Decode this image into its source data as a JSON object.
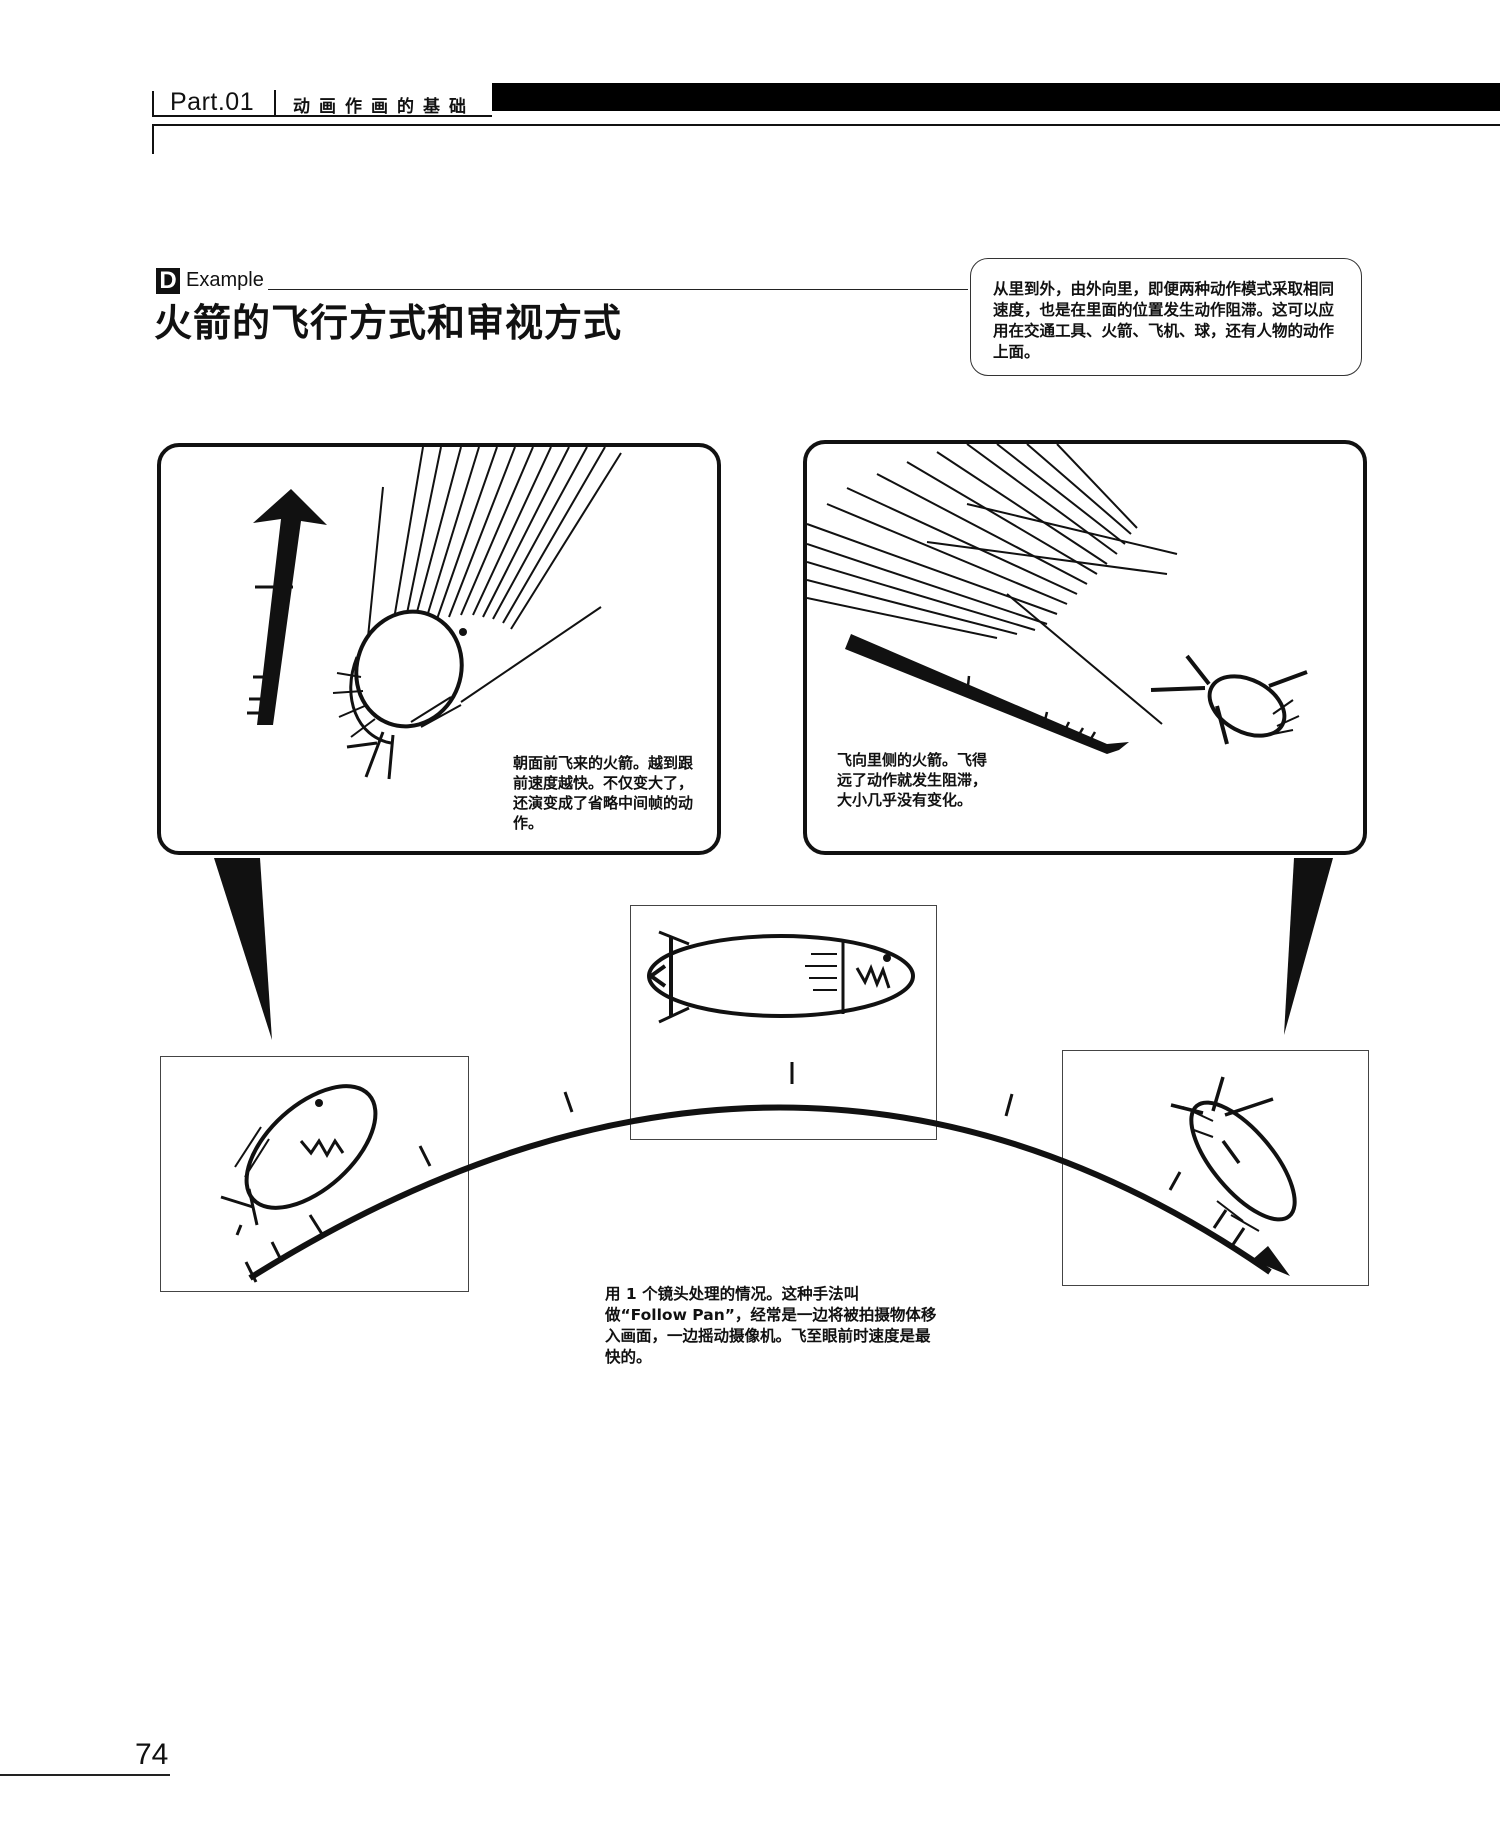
{
  "header": {
    "part": "Part.01",
    "section": "动画作画的基础"
  },
  "example": {
    "badge": "D",
    "label": "Example",
    "title": "火箭的飞行方式和审视方式",
    "note": "从里到外，由外向里，即便两种动作模式采取相同速度，也是在里面的位置发生动作阻滞。这可以应用在交通工具、火箭、飞机、球，还有人物的动作上面。"
  },
  "panels": {
    "left_caption": "朝面前飞来的火箭。越到跟前速度越快。不仅变大了，还演变成了省略中间帧的动作。",
    "right_caption": "飞向里侧的火箭。飞得远了动作就发生阻滞，大小几乎没有变化。"
  },
  "bottom_caption": "用 1 个镜头处理的情况。这种手法叫做“Follow Pan”，经常是一边将被拍摄物体移入画面，一边摇动摄像机。飞至眼前时速度是最快的。",
  "page_number": "74"
}
